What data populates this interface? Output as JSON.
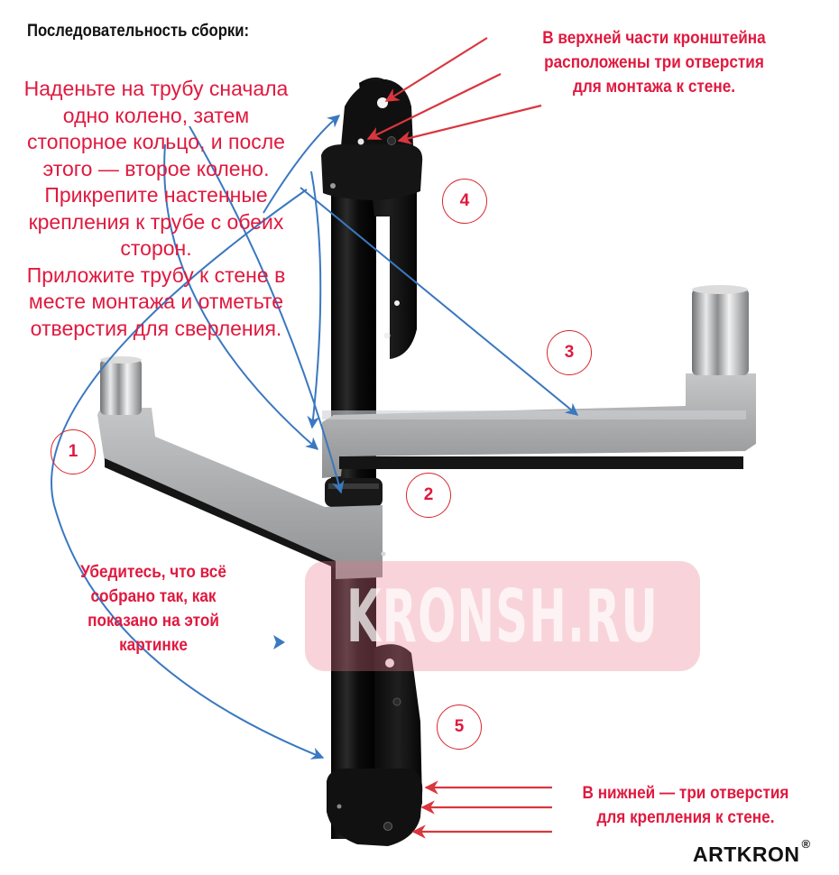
{
  "title": "Последовательность сборки:",
  "instructions": {
    "lines": [
      "Наденьте на трубу сначала",
      "одно колено, затем",
      "стопорное кольцо, и после",
      "этого — второе колено.",
      "Прикрепите настенные",
      "крепления к трубе с обеих",
      "сторон.",
      "Приложите трубу к стене в",
      "месте монтажа и отметьте",
      "отверстия для сверления."
    ]
  },
  "top_note": {
    "lines": [
      "В верхней части кронштейна",
      "расположены три отверстия",
      "для монтажа к стене."
    ]
  },
  "check_note": {
    "lines": [
      "Убедитесь, что всё",
      "собрано так, как",
      "показано на этой",
      "картинке"
    ]
  },
  "bottom_note": {
    "lines": [
      "В нижней — три отверстия",
      "для крепления к стене."
    ]
  },
  "steps": [
    {
      "number": "1",
      "part": "lower-arm-knee"
    },
    {
      "number": "2",
      "part": "locking-ring"
    },
    {
      "number": "3",
      "part": "upper-arm-knee"
    },
    {
      "number": "4",
      "part": "top-wall-mount"
    },
    {
      "number": "5",
      "part": "bottom-wall-mount"
    }
  ],
  "watermark": "KRONSH.RU",
  "brand": {
    "name": "ARTKRON",
    "mark": "®"
  },
  "colors": {
    "annotation_text": "#e0193f",
    "red_arrow": "#d9363e",
    "blue_arrow": "#3a78c0",
    "step_circle": "#d8262f",
    "arm_silver": "#a9abad",
    "pole_black": "#141414",
    "watermark_pink": "#f3c9d0"
  }
}
